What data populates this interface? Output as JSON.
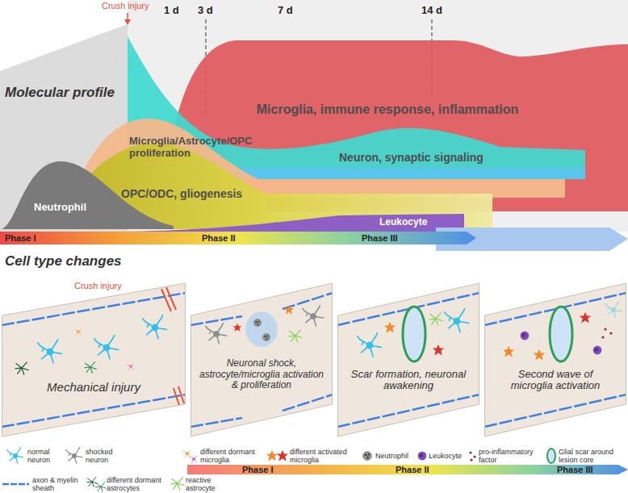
{
  "diagram": {
    "nodes": [
      {
        "text": [
          "Mechanical injury"
        ]
      },
      {
        "text": [
          "Neuronal shock, astrocyte/microglia activation & proliferation"
        ]
      },
      {
        "text": [
          "Scar formation, neuronal awakening"
        ]
      },
      {
        "text": [
          "Second wave of microglia activation"
        ]
      }
    ],
    "labels": [
      "Crush injury",
      "1 d",
      "3 d",
      "7 d",
      "14 d",
      "Molecular profile",
      "Microglia, immune response, inflammation",
      "Neuron, synaptic signaling",
      "Microglia/Astrocyte/OPC proliferation",
      "OPC/ODC, gliogenesis",
      "Neutrophil",
      "Leukocyte",
      "Phase I",
      "Phase II",
      "Phase III",
      "Cell type changes",
      "Crush injury",
      "Phase I",
      "Phase II",
      "Phase III"
    ],
    "legend": [
      {
        "text": "normal neuron"
      },
      {
        "text": "shocked neuron"
      },
      {
        "text": "axon & myelin sheath"
      },
      {
        "text": "different dormant astrocytes"
      },
      {
        "text": "reactive astrocyte"
      },
      {
        "text": "different dormant microglia"
      },
      {
        "text": "different activated microglia"
      },
      {
        "text": "Neutrophil"
      },
      {
        "text": "Leukocyte"
      },
      {
        "text": "pro-inflammatory factor"
      },
      {
        "text": "Glial scar around lesion core"
      }
    ]
  }
}
